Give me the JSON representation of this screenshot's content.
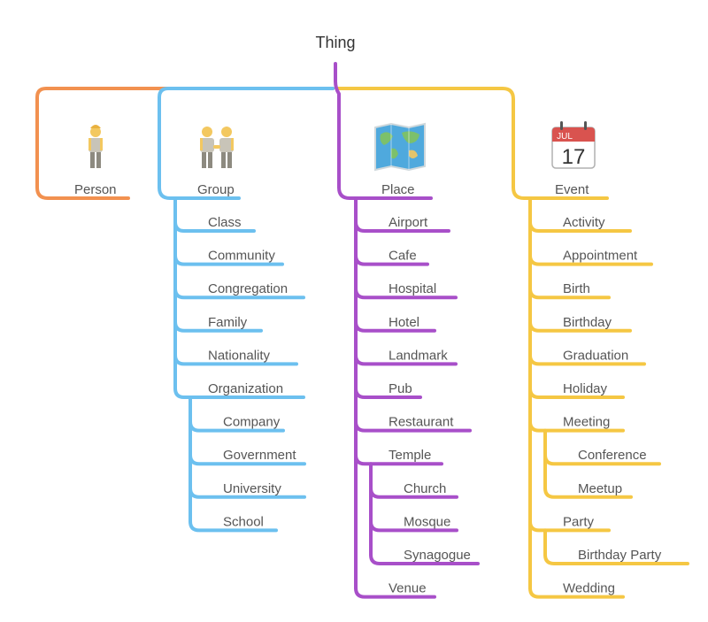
{
  "root": {
    "label": "Thing",
    "color": "#a84fc9"
  },
  "branches": [
    {
      "key": "person",
      "label": "Person",
      "color": "#f29150",
      "icon": "person-icon",
      "children": []
    },
    {
      "key": "group",
      "label": "Group",
      "color": "#6cc0ef",
      "icon": "two-people-icon",
      "children": [
        {
          "label": "Class"
        },
        {
          "label": "Community"
        },
        {
          "label": "Congregation"
        },
        {
          "label": "Family"
        },
        {
          "label": "Nationality"
        },
        {
          "label": "Organization",
          "children": [
            {
              "label": "Company"
            },
            {
              "label": "Government"
            },
            {
              "label": "University"
            },
            {
              "label": "School"
            }
          ]
        }
      ]
    },
    {
      "key": "place",
      "label": "Place",
      "color": "#a84fc9",
      "icon": "world-map-icon",
      "children": [
        {
          "label": "Airport"
        },
        {
          "label": "Cafe"
        },
        {
          "label": "Hospital"
        },
        {
          "label": "Hotel"
        },
        {
          "label": "Landmark"
        },
        {
          "label": "Pub"
        },
        {
          "label": "Restaurant"
        },
        {
          "label": "Temple",
          "children": [
            {
              "label": "Church"
            },
            {
              "label": "Mosque"
            },
            {
              "label": "Synagogue"
            }
          ]
        },
        {
          "label": "Venue"
        }
      ]
    },
    {
      "key": "event",
      "label": "Event",
      "color": "#f5c743",
      "icon": "calendar-icon",
      "calendar": {
        "month": "JUL",
        "day": "17"
      },
      "children": [
        {
          "label": "Activity"
        },
        {
          "label": "Appointment"
        },
        {
          "label": "Birth"
        },
        {
          "label": "Birthday"
        },
        {
          "label": "Graduation"
        },
        {
          "label": "Holiday"
        },
        {
          "label": "Meeting",
          "children": [
            {
              "label": "Conference"
            },
            {
              "label": "Meetup"
            }
          ]
        },
        {
          "label": "Party",
          "children": [
            {
              "label": "Birthday Party"
            }
          ]
        },
        {
          "label": "Wedding"
        }
      ]
    }
  ]
}
